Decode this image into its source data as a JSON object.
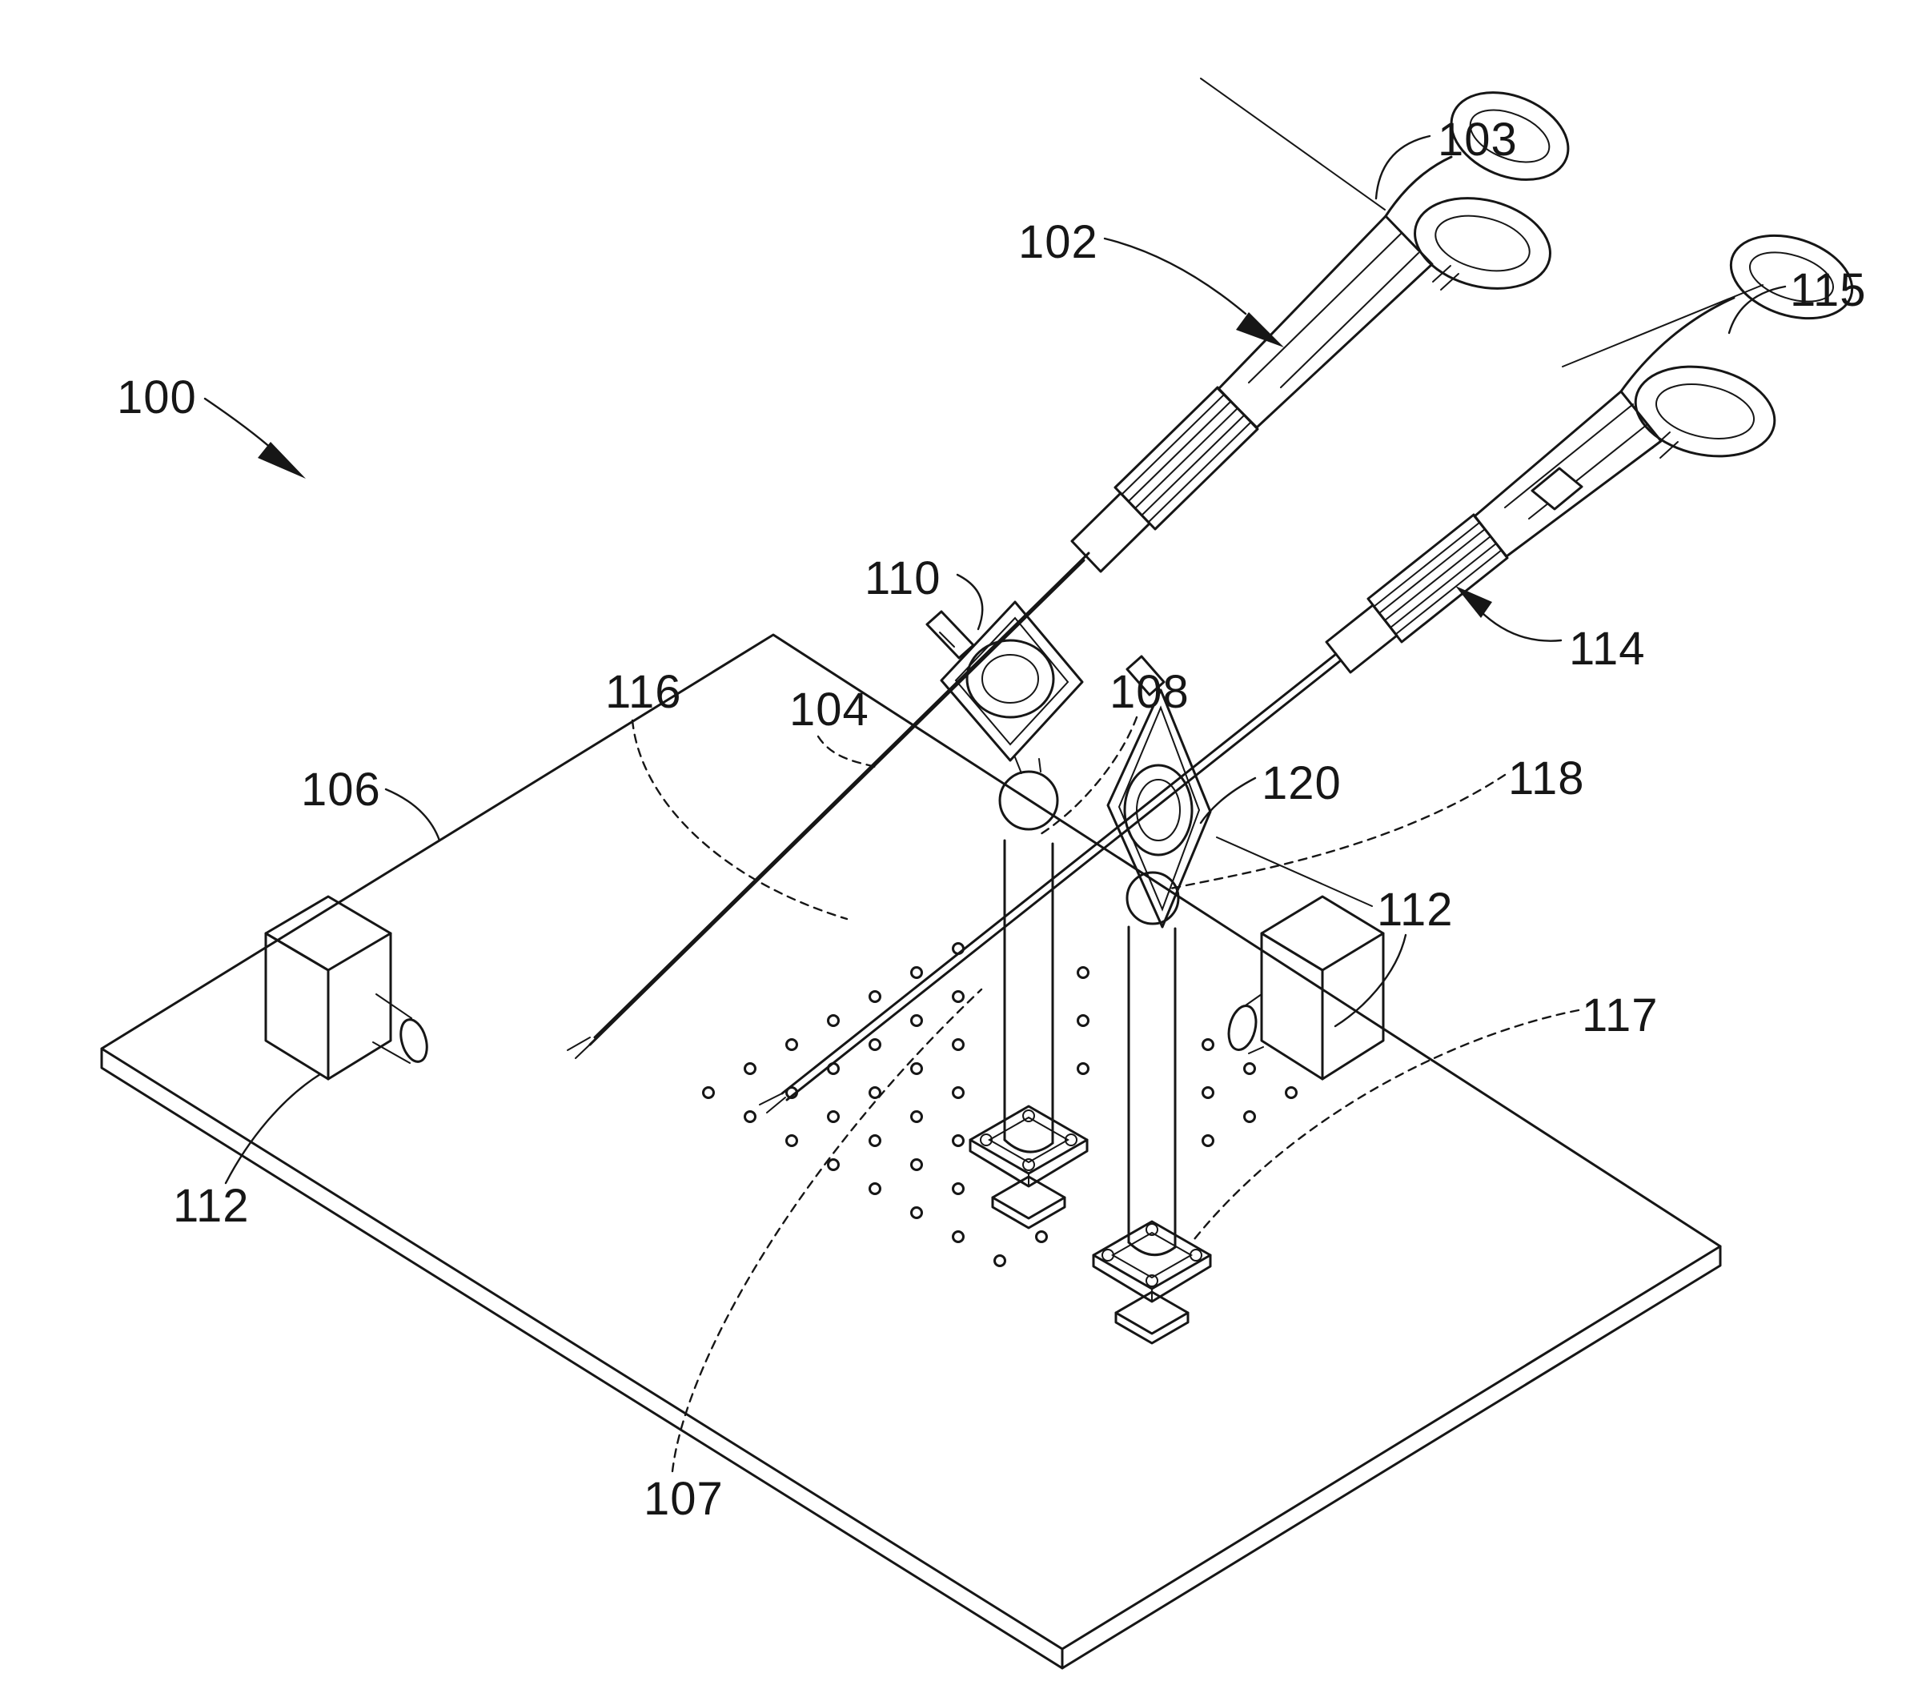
{
  "figure": {
    "type": "patent-line-drawing",
    "background_color": "#ffffff",
    "line_color": "#161616",
    "reference_labels": {
      "n100": {
        "text": "100"
      },
      "n102": {
        "text": "102"
      },
      "n103": {
        "text": "103"
      },
      "n104": {
        "text": "104"
      },
      "n106": {
        "text": "106"
      },
      "n107": {
        "text": "107"
      },
      "n108": {
        "text": "108"
      },
      "n110": {
        "text": "110"
      },
      "n112_left": {
        "text": "112"
      },
      "n112_right": {
        "text": "112"
      },
      "n114": {
        "text": "114"
      },
      "n115": {
        "text": "115"
      },
      "n116": {
        "text": "116"
      },
      "n117": {
        "text": "117"
      },
      "n118": {
        "text": "118"
      },
      "n120": {
        "text": "120"
      }
    }
  }
}
